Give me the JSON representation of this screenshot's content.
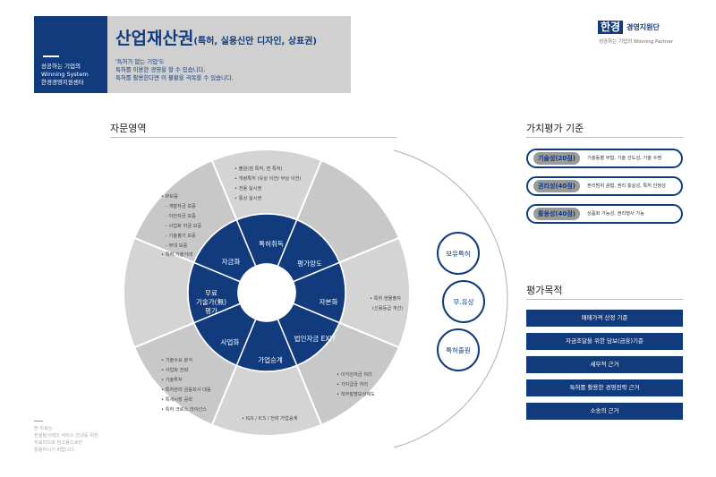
{
  "header": {
    "side_lines": [
      "성공하는 기업의",
      "Winning System",
      "한경경영지원센터"
    ],
    "title_main": "산업재산권",
    "title_sub": "(특허, 실용신안 디자인, 상표권)",
    "desc_lines": [
      "'특허가 없는 기업'도",
      "특허를 이용한 경영을 할 수 있습니다.",
      "특허를 활용한다면 이 불황을 극복할 수 있습니다."
    ]
  },
  "logo": {
    "mark": "한경",
    "name": "경영지원단",
    "tagline": "성공하는 기업의 Winning Partner"
  },
  "diagram": {
    "title": "자문영역",
    "center_label_lines": [
      "무료",
      "기술가(無)",
      "평가"
    ],
    "inner_segments": [
      "특허취득",
      "평가양도",
      "자본화",
      "법인자금 EXIT",
      "가업승계",
      "사업화",
      "자금화"
    ],
    "outer_texts": {
      "top": [
        "• 출원(점 특허, 면 특허)",
        "• 개량특허 (유상 이전/ 무상 이전)",
        "• 전용 실시권",
        "• 통상 실시권"
      ],
      "upper_left": [
        "• IP보증",
        "- 개발자금 보증",
        "- 이전자금 보증",
        "- 사업화 자금 보증",
        "- 기술평가 보증",
        "- 무대 보증",
        "• 특허 기술거래"
      ],
      "right": [
        "• 특허 현물출자",
        "(신용등급 개선)"
      ],
      "lower_right": [
        "• 이익잉여금 처리",
        "• 가지급금 처리",
        "• 직무발명보상제도"
      ],
      "bottom": [
        "• IGS / ICS / 전략 가업승계"
      ],
      "lower_left": [
        "• 기술수요 분석",
        "• 사업화 전략",
        "• 기술투자",
        "• 특허관리 금융회사 대응",
        "• 특세시장 공략",
        "• 특허 크로스 라이선스"
      ]
    },
    "side_circles": [
      "보유특허",
      "무.유상",
      "특허출원"
    ]
  },
  "criteria": {
    "title": "가치평가 기준",
    "items": [
      {
        "tag": "기술성(20점)",
        "text": "기술동향 부합, 기술 선도성, 기술 수명"
      },
      {
        "tag": "권리성(40점)",
        "text": "권리범위 광협, 권리 충실성, 특허 안정성"
      },
      {
        "tag": "활용성(40점)",
        "text": "상품화 가능성, 권리행사 가능"
      }
    ]
  },
  "purpose": {
    "title": "평가목적",
    "items": [
      "매매가격 산정 기준",
      "자금조달을 위한 담보(금융)기준",
      "세무적 근거",
      "특허를 활용한 경영전략 근거",
      "소송의 근거"
    ]
  },
  "note_lines": [
    "본 자료는",
    "컨설팅사례의 서비스 안내를 위한",
    "자료이므로 참고용으로만",
    "활용하시기 바랍니다."
  ],
  "colors": {
    "navy": "#123b7d",
    "outer_gray": "#d4d4d4",
    "outer_gray_alt": "#c8c8c8",
    "inner_navy": "#123b7d"
  }
}
